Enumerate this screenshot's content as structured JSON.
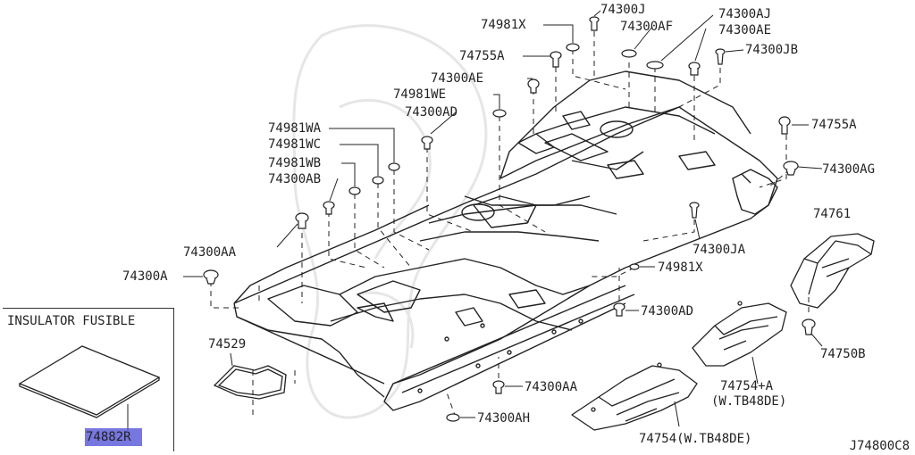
{
  "inset": {
    "title": "INSULATOR FUSIBLE",
    "part": "74882R"
  },
  "figure_code": "J74800C8",
  "labels": {
    "p74300J": "74300J",
    "p74981X_top": "74981X",
    "p74300AF": "74300AF",
    "p74300AJ": "74300AJ",
    "p74300AE_top": "74300AE",
    "p74755A_top": "74755A",
    "p74300JB": "74300JB",
    "p74300AE_mid": "74300AE",
    "p74981WE": "74981WE",
    "p74300AD_top": "74300AD",
    "p74981WA": "74981WA",
    "p74981WC": "74981WC",
    "p74981WB": "74981WB",
    "p74300AB": "74300AB",
    "p74755A_right": "74755A",
    "p74300AG": "74300AG",
    "p74761": "74761",
    "p74300JA": "74300JA",
    "p74300AA_left": "74300AA",
    "p74300A": "74300A",
    "p74981X_mid": "74981X",
    "p74300AD_bottom": "74300AD",
    "p74529": "74529",
    "p74750B": "74750B",
    "p74300AA_bottom": "74300AA",
    "p74754A": "74754+A",
    "p74754A_note": "(W.TB48DE)",
    "p74300AH": "74300AH",
    "p74754": "74754(W.TB48DE)"
  }
}
